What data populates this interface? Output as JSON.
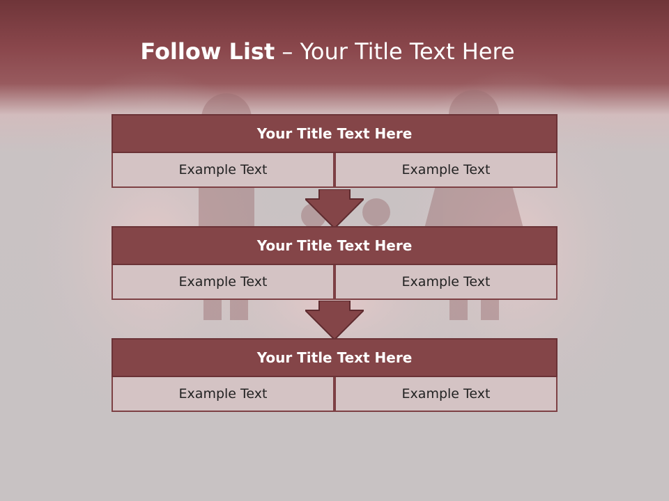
{
  "title": {
    "bold": "Follow List",
    "rest": " – Your Title Text Here"
  },
  "blocks": [
    {
      "title": "Your Title Text Here",
      "left": "Example Text",
      "right": "Example Text"
    },
    {
      "title": "Your Title Text Here",
      "left": "Example Text",
      "right": "Example Text"
    },
    {
      "title": "Your Title Text Here",
      "left": "Example Text",
      "right": "Example Text"
    }
  ],
  "colors": {
    "header_band": "#8a474c",
    "block_title": "#844548",
    "block_cell": "#d4c3c4",
    "background": "#c8c2c3"
  }
}
